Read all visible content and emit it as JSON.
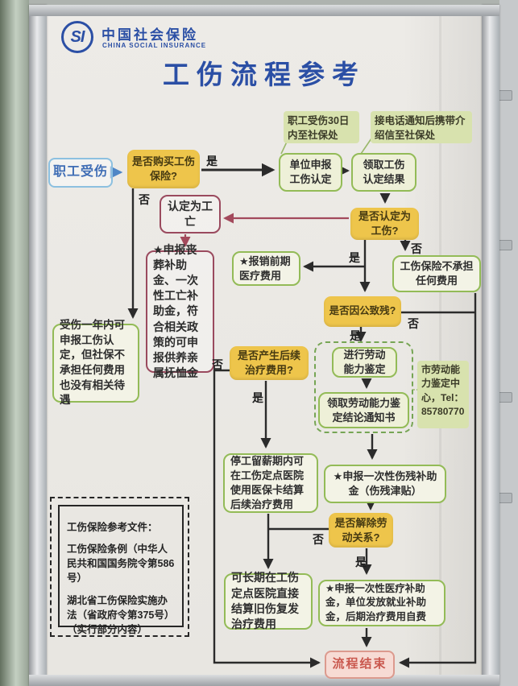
{
  "header": {
    "logo_monogram": "SI",
    "brand_cn": "中国社会保险",
    "brand_en": "CHINA SOCIAL INSURANCE",
    "title": "工伤流程参考"
  },
  "labels": {
    "yes": "是",
    "no": "否"
  },
  "notes": {
    "report_30days": "职工受伤30日内至社保处",
    "phone_notice": "接电话通知后携带介绍信至社保处",
    "assessment_center": "市劳动能力鉴定中心，Tel：85780770"
  },
  "nodes": {
    "employee_injured": "职工受伤",
    "q_insurance": "是否购买工伤保险?",
    "unit_report": "单位申报工伤认定",
    "receive_result": "领取工伤认定结果",
    "q_recognized": "是否认定为工伤?",
    "death_recognized": "认定为工亡",
    "star_funeral": "★申报丧葬补助金、一次性工亡补助金，符合相关政策的可申报供养亲属抚恤金",
    "star_early_medical": "★报销前期医疗费用",
    "no_coverage": "工伤保险不承担任何费用",
    "injured_one_year": "受伤一年内可申报工伤认定，但社保不承担任何费用也没有相关待遇",
    "q_disabled": "是否因公致残?",
    "assess_ability": "进行劳动能力鉴定",
    "receive_notice": "领取劳动能力鉴定结论通知书",
    "q_followup": "是否产生后续治疗费用?",
    "stop_pay_period": "停工留薪期内可在工伤定点医院使用医保卡结算后续治疗费用",
    "star_disability": "★申报一次性伤残补助金（伤残津贴）",
    "q_terminate": "是否解除劳动关系?",
    "long_term": "可长期在工伤定点医院直接结算旧伤复发治疗费用",
    "star_medical": "★申报一次性医疗补助金，单位发放就业补助金，后期治疗费用自费",
    "end": "流程结束"
  },
  "reference": {
    "title": "工伤保险参考文件：",
    "items": [
      "工伤保险条例（中华人民共和国国务院令第586号）",
      "湖北省工伤保险实施办法（省政府令第375号）（实行部分内容）"
    ]
  },
  "colors": {
    "decision_yellow": "#eec54b",
    "process_green_border": "#93bb57",
    "death_red_border": "#9a4a5e",
    "brand_blue": "#2b4fa5",
    "end_pink": "#f7dbd4",
    "note_green": "#d8e2ae"
  }
}
